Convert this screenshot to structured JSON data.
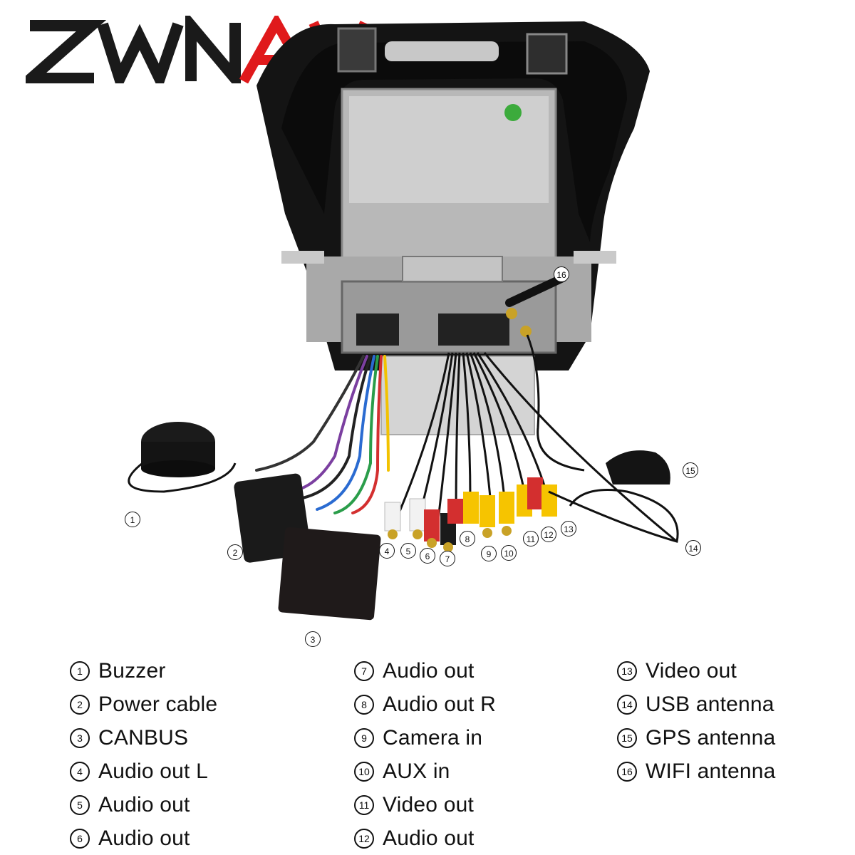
{
  "brand": {
    "logo_text": "ZWNAV",
    "primary_color": "#1a1a1a",
    "accent_color": "#e0191b"
  },
  "callouts": [
    {
      "num": "1"
    },
    {
      "num": "2"
    },
    {
      "num": "3"
    },
    {
      "num": "4"
    },
    {
      "num": "5"
    },
    {
      "num": "6"
    },
    {
      "num": "7"
    },
    {
      "num": "8"
    },
    {
      "num": "9"
    },
    {
      "num": "10"
    },
    {
      "num": "11"
    },
    {
      "num": "12"
    },
    {
      "num": "13"
    },
    {
      "num": "14"
    },
    {
      "num": "15"
    },
    {
      "num": "16"
    }
  ],
  "legend": {
    "col1": [
      {
        "num": "1",
        "label": "Buzzer"
      },
      {
        "num": "2",
        "label": "Power cable"
      },
      {
        "num": "3",
        "label": "CANBUS"
      },
      {
        "num": "4",
        "label": "Audio out L"
      },
      {
        "num": "5",
        "label": "Audio out"
      },
      {
        "num": "6",
        "label": "Audio out"
      }
    ],
    "col2": [
      {
        "num": "7",
        "label": "Audio out"
      },
      {
        "num": "8",
        "label": "Audio out R"
      },
      {
        "num": "9",
        "label": "Camera in"
      },
      {
        "num": "10",
        "label": "AUX in"
      },
      {
        "num": "11",
        "label": "Video out"
      },
      {
        "num": "12",
        "label": "Audio out"
      }
    ],
    "col3": [
      {
        "num": "13",
        "label": "Video out"
      },
      {
        "num": "14",
        "label": "USB antenna"
      },
      {
        "num": "15",
        "label": "GPS antenna"
      },
      {
        "num": "16",
        "label": "WIFI antenna"
      }
    ]
  }
}
